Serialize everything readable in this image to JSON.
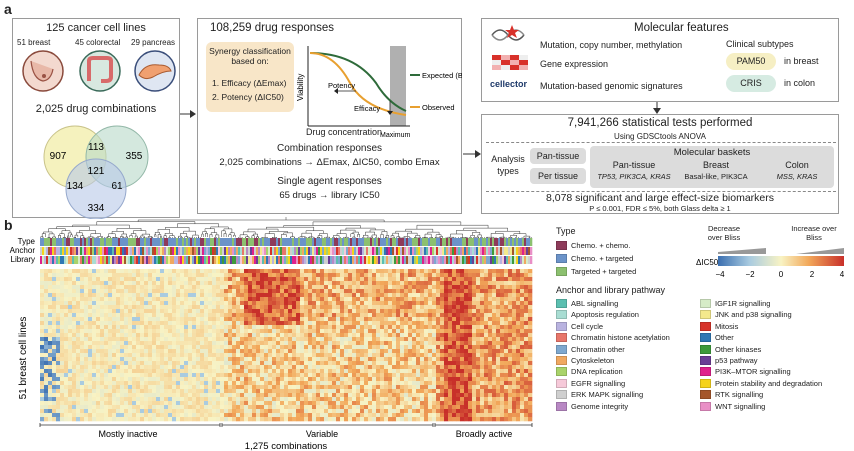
{
  "panel_a": {
    "label": "a",
    "cell_lines": {
      "title": "125 cancer cell lines",
      "breast": "51 breast",
      "colorectal": "45 colorectal",
      "pancreas": "29 pancreas"
    },
    "combos_title": "2,025 drug combinations",
    "venn": [
      "907",
      "113",
      "355",
      "121",
      "134",
      "61",
      "334"
    ],
    "responses": {
      "title": "108,259 drug responses",
      "synergy_title": "Synergy classification based on:",
      "synergy_1": "1. Efficacy (ΔEmax)",
      "synergy_2": "2. Potency (ΔIC50)",
      "ylabel": "Viability",
      "xlabel": "Drug concentration",
      "potency": "Potency",
      "efficacy": "Efficacy",
      "maximum": "Maximum",
      "expected": "Expected (Bliss)",
      "observed": "Observed",
      "combination_title": "Combination responses",
      "combination_line": "2,025 combinations → ΔEmax, ΔIC50, combo Emax",
      "single_title": "Single agent responses",
      "single_line": "65 drugs → library IC50"
    },
    "molecular": {
      "title": "Molecular features",
      "row1": "Mutation, copy number, methylation",
      "row2": "Gene expression",
      "row3": "Mutation-based genomic signatures",
      "logo": "cellector",
      "clinical_title": "Clinical subtypes",
      "pam50": "PAM50",
      "pam50_ctx": "in breast",
      "cris": "CRIS",
      "cris_ctx": "in colon"
    },
    "tests": {
      "title": "7,941,266 statistical tests performed",
      "subtitle": "Using GDSCtools ANOVA",
      "analysis_types": "Analysis types",
      "pan_tissue_pill": "Pan-tissue",
      "per_tissue_pill": "Per tissue",
      "baskets_title": "Molecular baskets",
      "pan_tissue": "Pan-tissue",
      "pan_tissue_genes": "TP53, PIK3CA, KRAS",
      "breast": "Breast",
      "breast_sub": "Basal-like, PIK3CA",
      "colon": "Colon",
      "colon_sub": "MSS, KRAS",
      "result": "8,078 significant and large effect-size biomarkers",
      "criteria": "P ≤ 0.001, FDR ≤  5%, both Glass delta ≥ 1"
    }
  },
  "panel_b": {
    "label": "b",
    "row_labels": {
      "type": "Type",
      "anchor": "Anchor",
      "library": "Library"
    },
    "ylabel": "51 breast cell lines",
    "sections": [
      "Mostly inactive",
      "Variable",
      "Broadly active"
    ],
    "xlabel": "1,275 combinations",
    "type_legend": {
      "title": "Type",
      "items": [
        {
          "label": "Chemo. + chemo.",
          "color": "#8e3b5a"
        },
        {
          "label": "Chemo. + targeted",
          "color": "#6b93c9"
        },
        {
          "label": "Targeted + targeted",
          "color": "#8cc06f"
        }
      ]
    },
    "colorbar": {
      "decrease": "Decrease over Bliss",
      "increase": "Increase over Bliss",
      "label": "ΔIC50",
      "ticks": [
        "−4",
        "−2",
        "0",
        "2",
        "4"
      ]
    },
    "pathway_legend": {
      "title": "Anchor and library pathway",
      "left": [
        {
          "label": "ABL signalling",
          "color": "#5bbfb0"
        },
        {
          "label": "Apoptosis regulation",
          "color": "#a9ddd3"
        },
        {
          "label": "Cell cycle",
          "color": "#b9b3e0"
        },
        {
          "label": "Chromatin histone acetylation",
          "color": "#e8766a"
        },
        {
          "label": "Chromatin other",
          "color": "#7ea8cf"
        },
        {
          "label": "Cytoskeleton",
          "color": "#f0a860"
        },
        {
          "label": "DNA replication",
          "color": "#a9d36a"
        },
        {
          "label": "EGFR signalling",
          "color": "#f6c9d9"
        },
        {
          "label": "ERK MAPK signalling",
          "color": "#cfcfcf"
        },
        {
          "label": "Genome integrity",
          "color": "#b888c4"
        }
      ],
      "right": [
        {
          "label": "IGF1R signalling",
          "color": "#d6ecc7"
        },
        {
          "label": "JNK and p38 signalling",
          "color": "#f4e98c"
        },
        {
          "label": "Mitosis",
          "color": "#d7332a"
        },
        {
          "label": "Other",
          "color": "#2f78b4"
        },
        {
          "label": "Other kinases",
          "color": "#3d9a3a"
        },
        {
          "label": "p53 pathway",
          "color": "#6b3e96"
        },
        {
          "label": "PI3K–MTOR signalling",
          "color": "#e0208c"
        },
        {
          "label": "Protein stability and degradation",
          "color": "#f5d31c"
        },
        {
          "label": "RTK signalling",
          "color": "#a5562a"
        },
        {
          "label": "WNT signalling",
          "color": "#e98fc6"
        }
      ]
    }
  }
}
